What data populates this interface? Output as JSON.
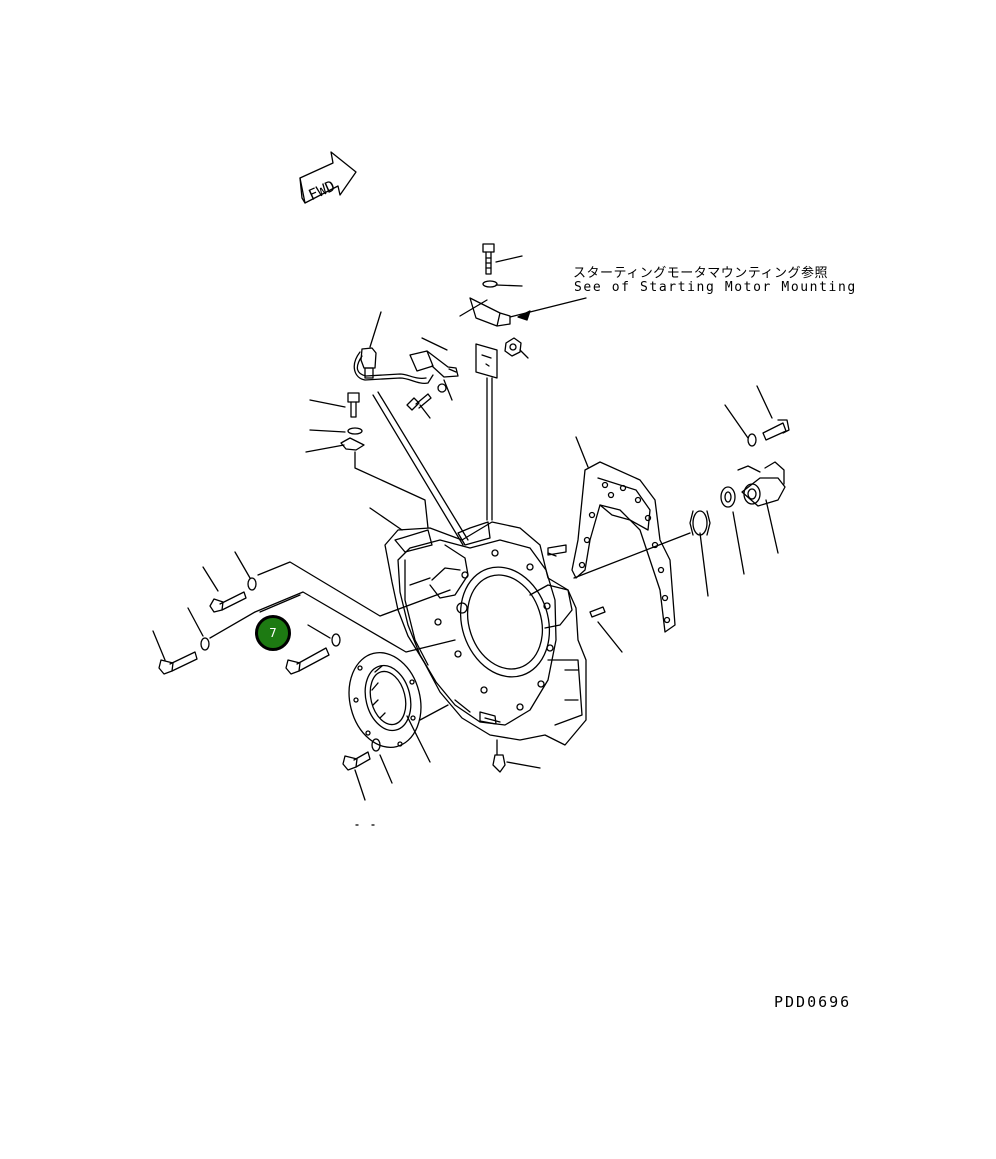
{
  "reference_note": {
    "japanese": "スターティングモータマウンティング参照",
    "english": "See of Starting Motor Mounting"
  },
  "forward_arrow": {
    "label": "FWD"
  },
  "figure_code": "PDD0696",
  "callouts": [
    {
      "label": "7",
      "color": "#1d7a12"
    }
  ]
}
